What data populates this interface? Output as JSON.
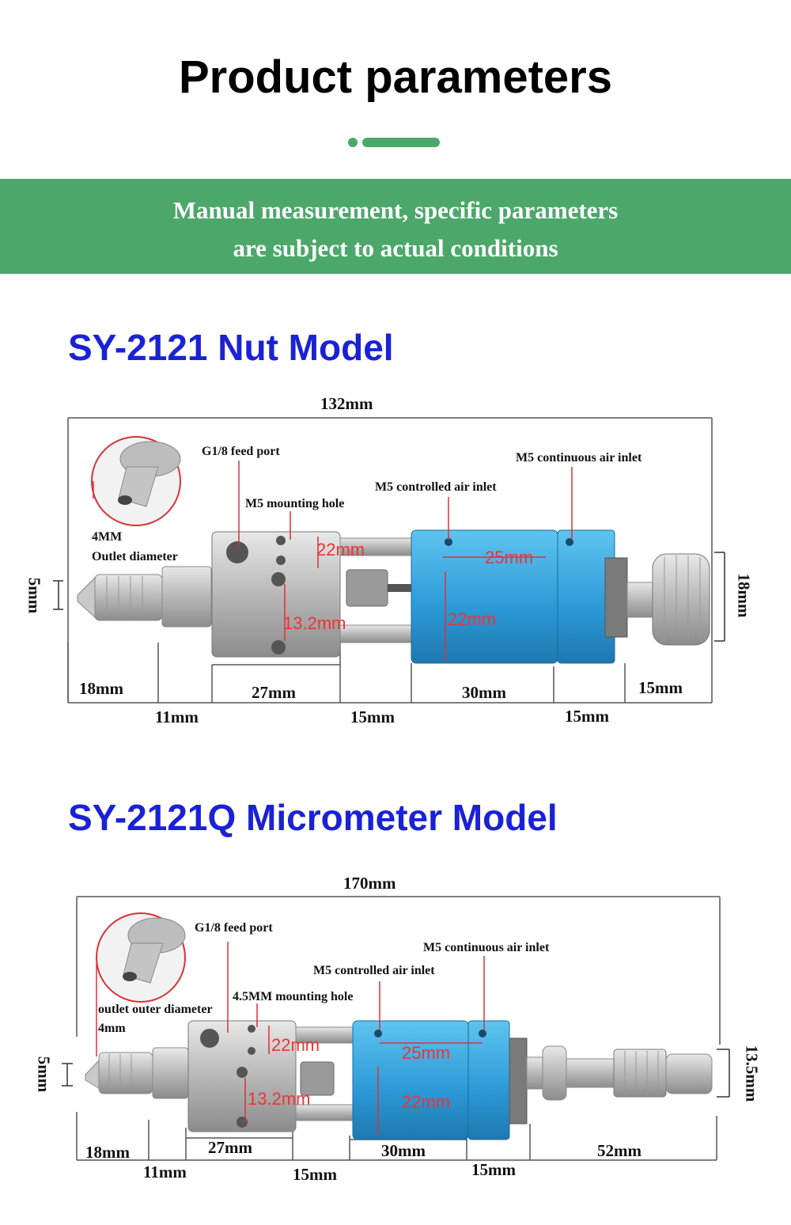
{
  "header": {
    "title": "Product parameters",
    "accent_color": "#4ca86a"
  },
  "banner": {
    "line1": "Manual measurement, specific parameters",
    "line2": "are subject to actual conditions",
    "background": "#4ca86a"
  },
  "nut_model": {
    "title": "SY-2121 Nut Model",
    "total_length": "132mm",
    "labels": {
      "feed_port": "G1/8 feed port",
      "continuous_air": "M5 continuous air inlet",
      "controlled_air": "M5 controlled air inlet",
      "mounting_hole": "M5 mounting hole",
      "outlet_line1": "4MM",
      "outlet_line2": "Outlet diameter"
    },
    "overlay": {
      "d22a": "22mm",
      "d25": "25mm",
      "d13": "13.2mm",
      "d22b": "22mm"
    },
    "side": {
      "left": "5mm",
      "right": "18mm"
    },
    "bottom_top": [
      "18mm",
      "27mm",
      "30mm",
      "15mm"
    ],
    "bottom_low": [
      "11mm",
      "15mm",
      "15mm"
    ]
  },
  "micrometer_model": {
    "title": "SY-2121Q Micrometer Model",
    "total_length": "170mm",
    "labels": {
      "feed_port": "G1/8 feed port",
      "continuous_air": "M5 continuous air inlet",
      "controlled_air": "M5 controlled air inlet",
      "mounting_hole": "4.5MM mounting hole",
      "outlet_line1": "outlet outer diameter",
      "outlet_line2": "4mm"
    },
    "overlay": {
      "d22a": "22mm",
      "d25": "25mm",
      "d13": "13.2mm",
      "d22b": "22mm"
    },
    "side": {
      "left": "5mm",
      "right": "13.5mm"
    },
    "bottom_top": [
      "18mm",
      "27mm",
      "30mm",
      "52mm"
    ],
    "bottom_low": [
      "11mm",
      "15mm",
      "15mm"
    ]
  }
}
